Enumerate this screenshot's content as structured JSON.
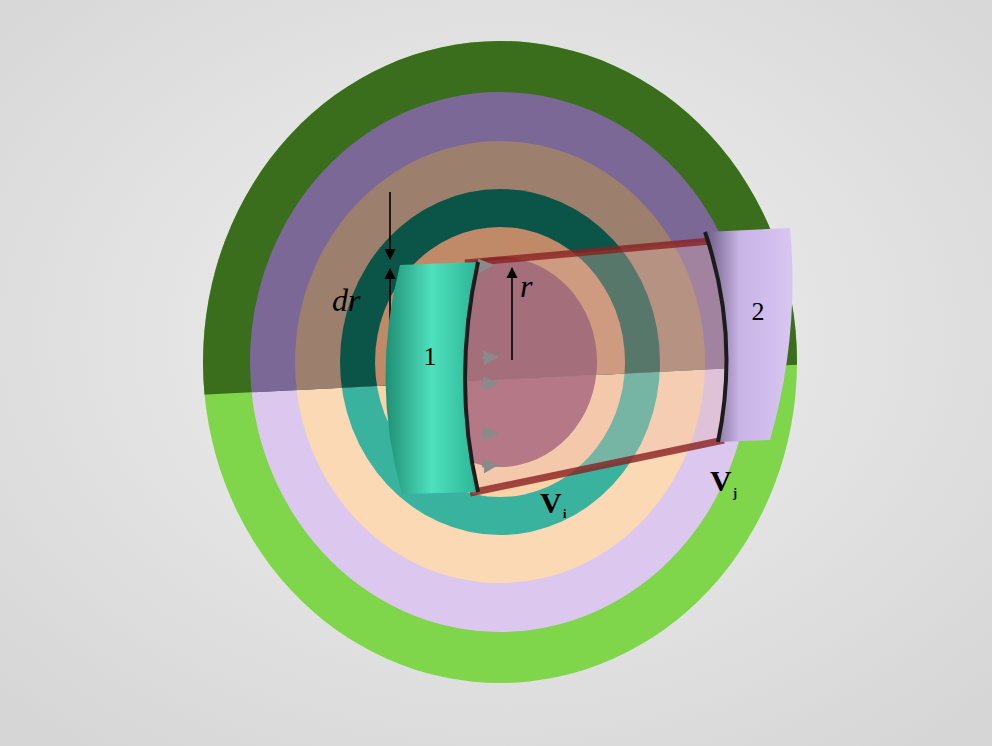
{
  "diagram": {
    "nodes": [
      {
        "text": [
          "1"
        ]
      },
      {
        "text": [
          "2"
        ]
      }
    ],
    "labels": [
      "dr",
      "r",
      "V",
      "i",
      "V",
      "j"
    ]
  }
}
